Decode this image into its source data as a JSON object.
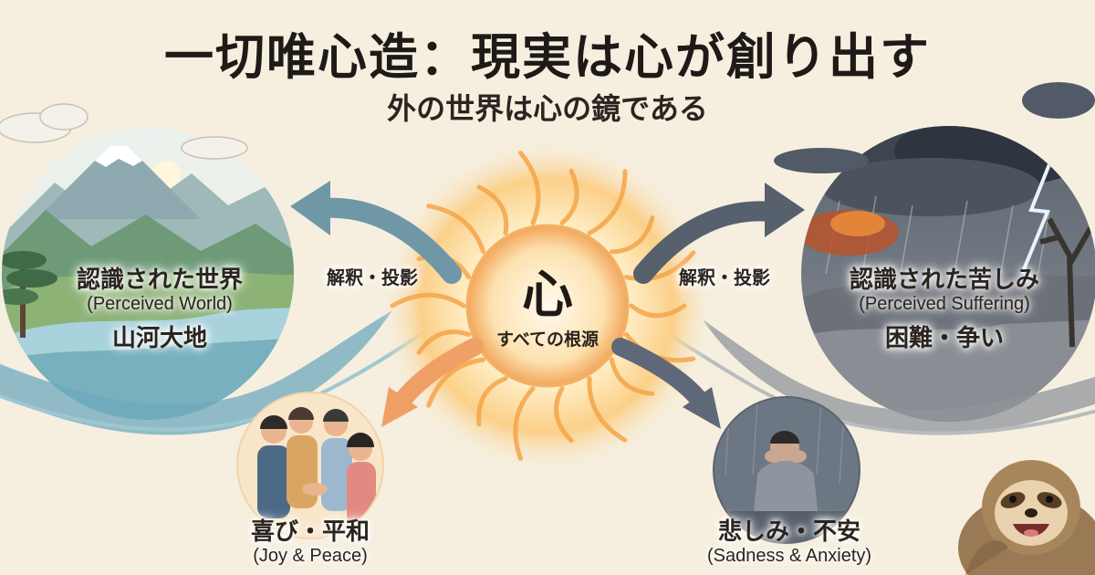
{
  "title": "一切唯心造：現実は心が創り出す",
  "subtitle": "外の世界は心の鏡である",
  "center": {
    "kanji": "心",
    "caption": "すべての根源"
  },
  "left_arrow_label": "解釈・投影",
  "right_arrow_label": "解釈・投影",
  "perceived_world": {
    "jp": "認識された世界",
    "en": "(Perceived World)",
    "sub": "山河大地"
  },
  "perceived_suffering": {
    "jp": "認識された苦しみ",
    "en": "(Perceived Suffering)",
    "sub": "困難・争い"
  },
  "joy": {
    "jp": "喜び・平和",
    "en": "(Joy & Peace)"
  },
  "sadness": {
    "jp": "悲しみ・不安",
    "en": "(Sadness & Anxiety)"
  },
  "colors": {
    "background": "#f6efdf",
    "sun_core": "#fff4d8",
    "sun_ray": "#f6a94a",
    "calm_arrow": "#6f97a6",
    "storm_arrow": "#57606d",
    "joy_arrow": "#eea066"
  }
}
